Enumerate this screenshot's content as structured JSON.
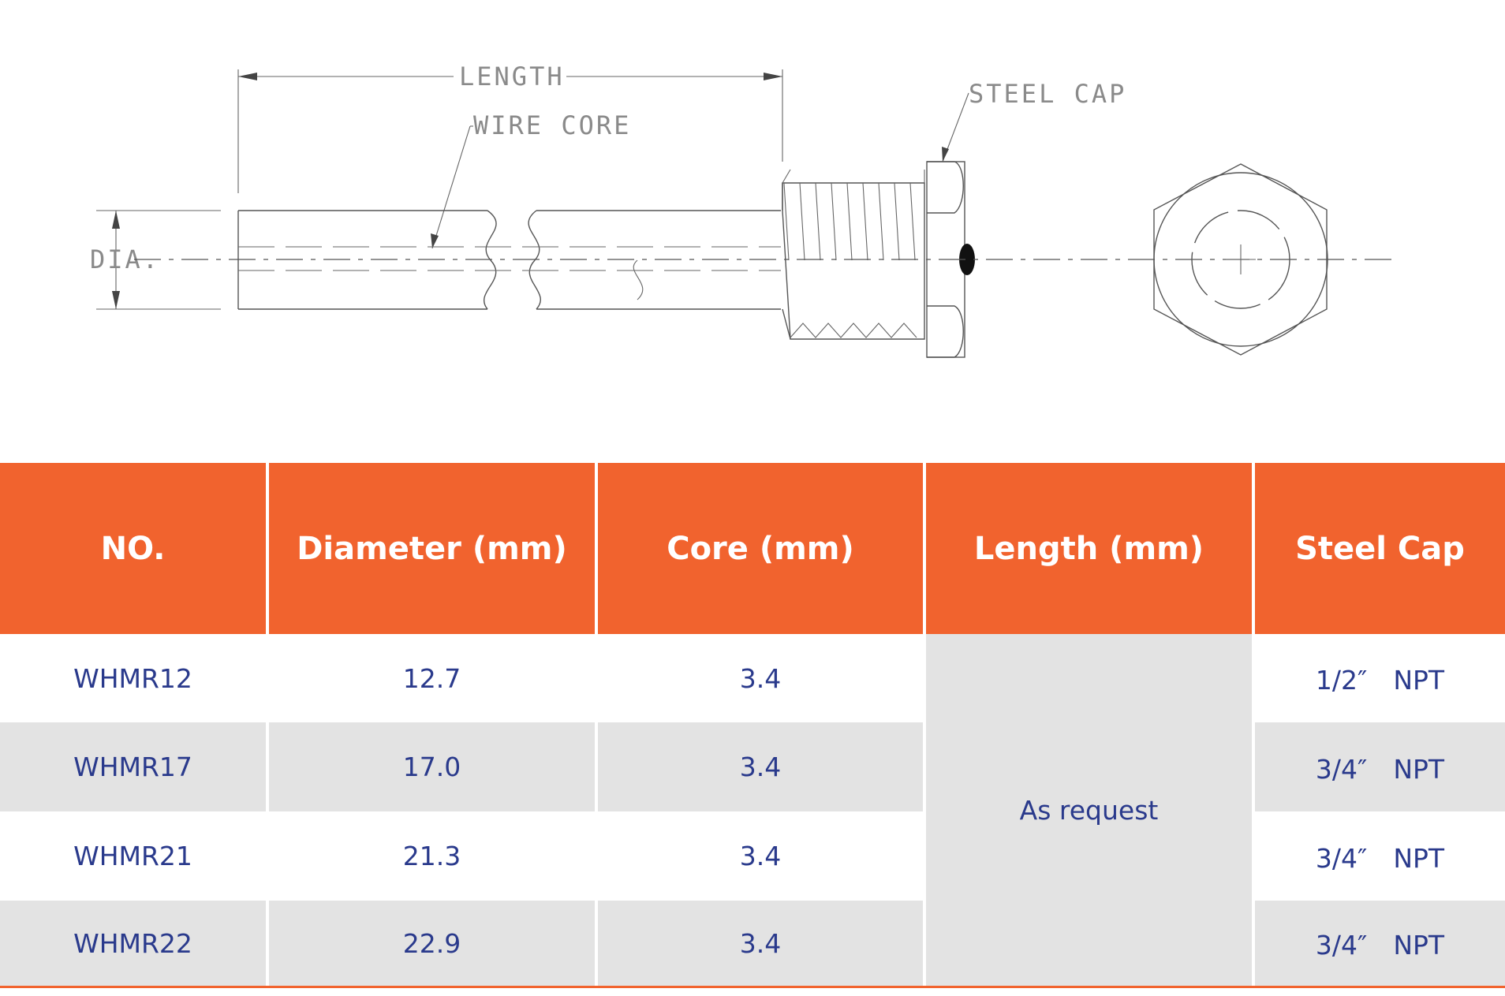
{
  "drawing": {
    "labels": {
      "length": "LENGTH",
      "wire_core": "WIRE CORE",
      "steel_cap": "STEEL CAP",
      "dia": "DIA."
    }
  },
  "table": {
    "headers": [
      "NO.",
      "Diameter (mm)",
      "Core (mm)",
      "Length (mm)",
      "Steel Cap"
    ],
    "rows": [
      {
        "no": "WHMR12",
        "diameter": "12.7",
        "core": "3.4",
        "cap": "1/2″　NPT"
      },
      {
        "no": "WHMR17",
        "diameter": "17.0",
        "core": "3.4",
        "cap": "3/4″　NPT"
      },
      {
        "no": "WHMR21",
        "diameter": "21.3",
        "core": "3.4",
        "cap": "3/4″　NPT"
      },
      {
        "no": "WHMR22",
        "diameter": "22.9",
        "core": "3.4",
        "cap": "3/4″　NPT"
      }
    ],
    "length_value": "As request",
    "colors": {
      "header": "#f1632e",
      "stripe": "#e3e3e3",
      "text": "#2a3a8c"
    }
  }
}
